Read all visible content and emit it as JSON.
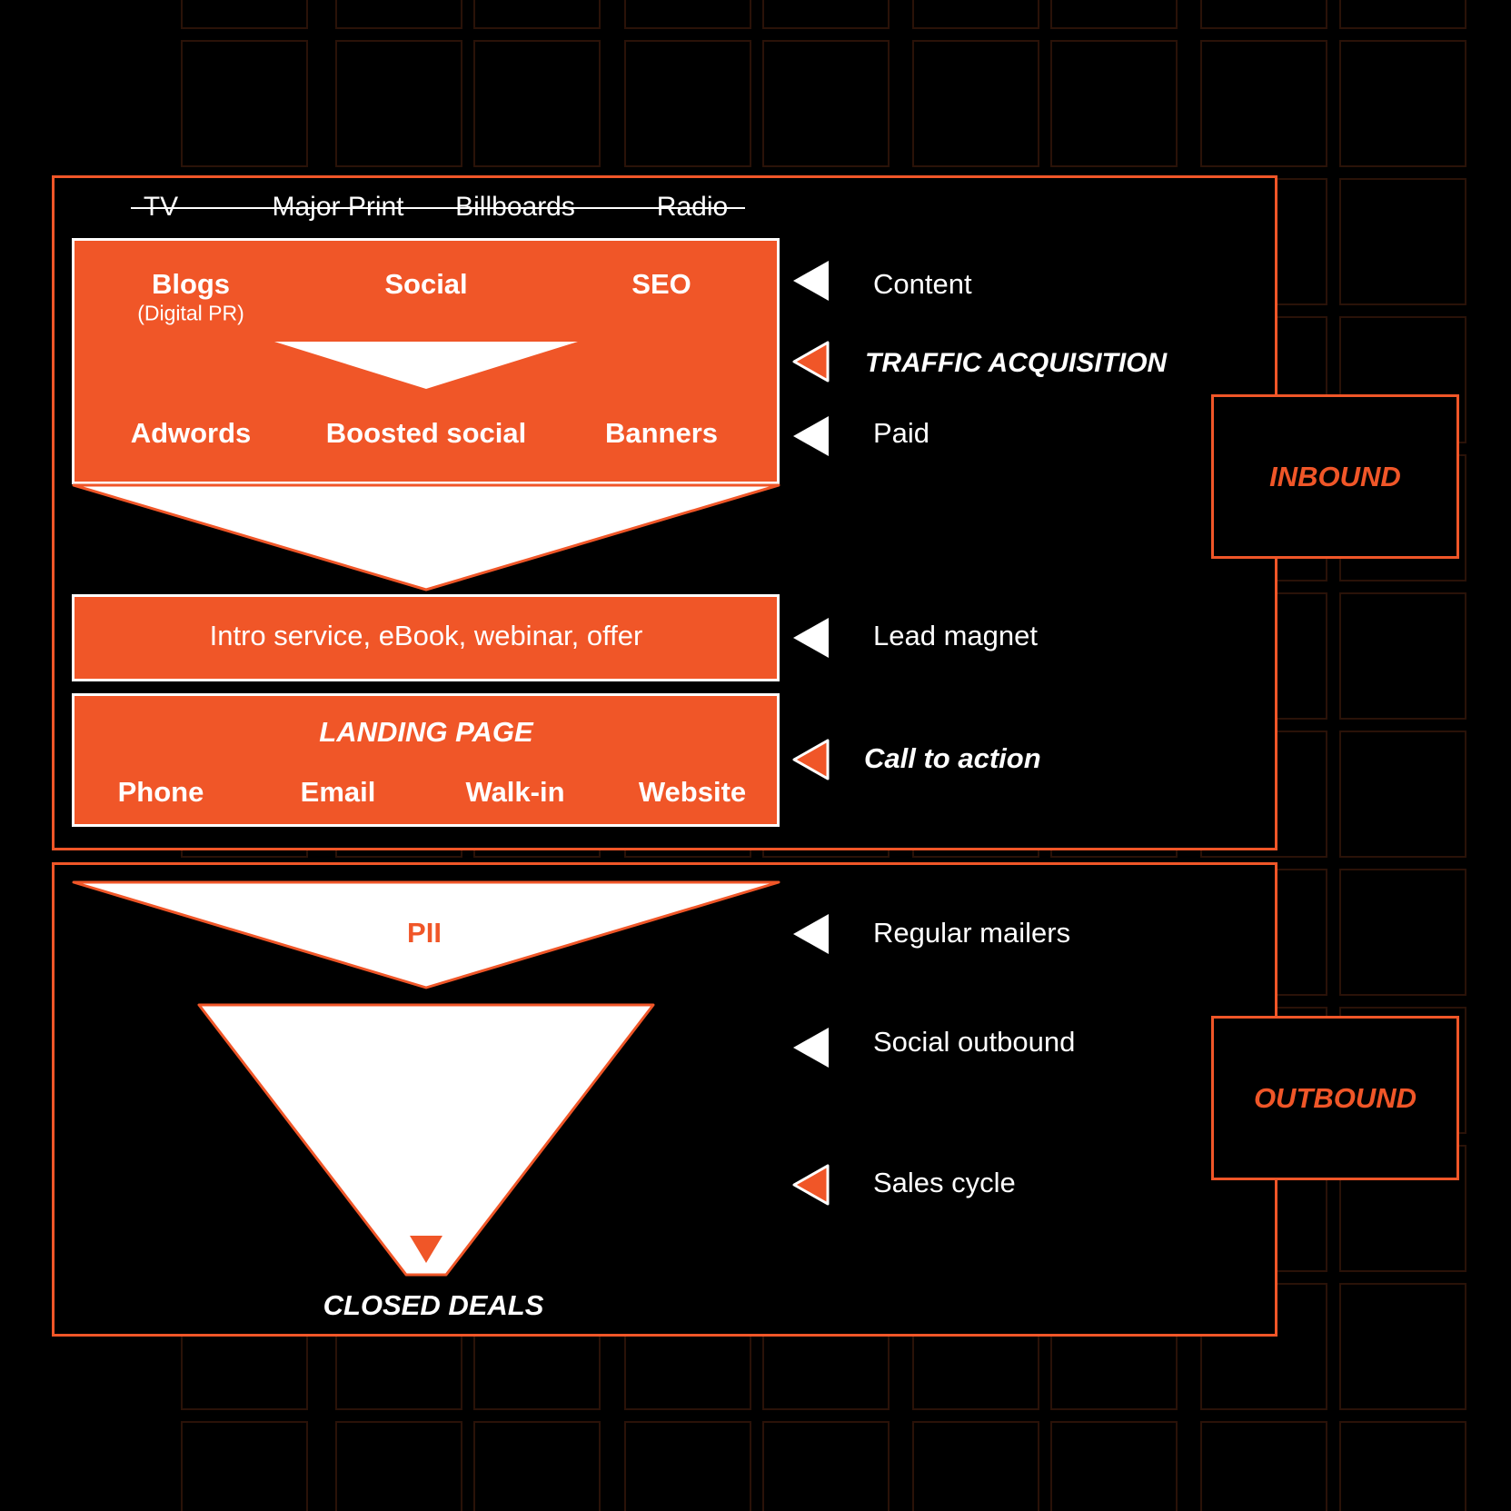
{
  "colors": {
    "accent": "#f05628",
    "background": "#000000",
    "foreground": "#ffffff",
    "grid": "#2a1208"
  },
  "traditional_media": [
    "TV",
    "Major Print",
    "Billboards",
    "Radio"
  ],
  "content_row": {
    "items": [
      {
        "label": "Blogs",
        "sub": "(Digital PR)"
      },
      {
        "label": "Social",
        "sub": ""
      },
      {
        "label": "SEO",
        "sub": ""
      }
    ]
  },
  "paid_row": {
    "items": [
      "Adwords",
      "Boosted social",
      "Banners"
    ]
  },
  "lead_magnet_box": "Intro service, eBook, webinar, offer",
  "landing_page": {
    "title": "LANDING PAGE",
    "channels": [
      "Phone",
      "Email",
      "Walk-in",
      "Website"
    ]
  },
  "funnel": {
    "pii_label": "PII",
    "closed_label": "CLOSED DEALS"
  },
  "side_labels": {
    "content": "Content",
    "traffic_acquisition": "TRAFFIC ACQUISITION",
    "paid": "Paid",
    "lead_magnet": "Lead magnet",
    "call_to_action": "Call to action",
    "regular_mailers": "Regular mailers",
    "social_outbound": "Social outbound",
    "sales_cycle": "Sales cycle"
  },
  "section_tags": {
    "inbound": "INBOUND",
    "outbound": "OUTBOUND"
  },
  "icons": {
    "solid_arrow": "triangle-left-solid-icon",
    "outline_arrow": "triangle-left-outline-icon",
    "funnel_arrow": "triangle-down-icon"
  }
}
